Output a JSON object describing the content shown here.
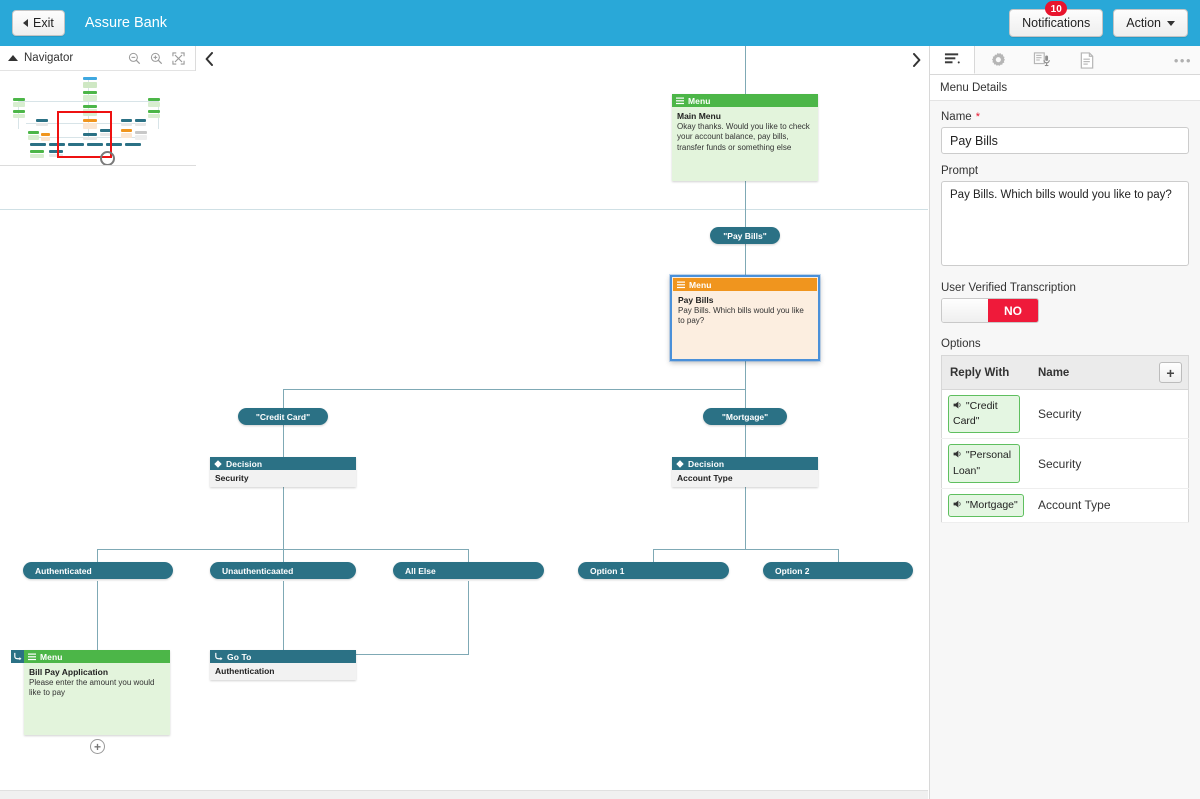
{
  "topbar": {
    "exit_label": "Exit",
    "app_title": "Assure Bank",
    "notifications_label": "Notifications",
    "notifications_count": "10",
    "action_label": "Action",
    "bg_color": "#29a8d8"
  },
  "navigator": {
    "title": "Navigator",
    "zoom_out_icon": "zoom-out-icon",
    "zoom_in_icon": "zoom-in-icon",
    "fit_icon": "fit-screen-icon",
    "collapse_icon": "chevron-left-icon",
    "expand_icon": "chevron-right-icon"
  },
  "canvas": {
    "nodes": [
      {
        "id": "main-menu",
        "type": "Menu",
        "header_label": "Menu",
        "header_color": "#4cb648",
        "name": "Main Menu",
        "text": "Okay thanks. Would you like to check your account balance, pay bills, transfer funds or something else",
        "selected": false
      },
      {
        "id": "pay-bills",
        "type": "Menu",
        "header_label": "Menu",
        "header_color": "#f0951e",
        "name": "Pay Bills",
        "text": "Pay Bills. Which bills would you like to pay?",
        "selected": true
      },
      {
        "id": "security-decision",
        "type": "Decision",
        "header_label": "Decision",
        "header_color": "#2b7185",
        "name": "Security",
        "text": "",
        "selected": false
      },
      {
        "id": "account-type-decision",
        "type": "Decision",
        "header_label": "Decision",
        "header_color": "#2b7185",
        "name": "Account Type",
        "text": "",
        "selected": false
      },
      {
        "id": "bill-pay-application",
        "type": "Menu",
        "header_label": "Menu",
        "header_color": "#4cb648",
        "name": "Bill Pay Application",
        "text": "Please enter the amount you would like to pay",
        "selected": false
      },
      {
        "id": "go-to-authentication",
        "type": "Go To",
        "header_label": "Go To",
        "header_color": "#2b7185",
        "name": "Authentication",
        "text": "",
        "selected": false
      }
    ],
    "pills": [
      {
        "id": "pill-pay-bills",
        "label": "\"Pay Bills\""
      },
      {
        "id": "pill-credit-card",
        "label": "\"Credit Card\""
      },
      {
        "id": "pill-mortgage",
        "label": "\"Mortgage\""
      },
      {
        "id": "pill-authenticated",
        "label": "Authenticated"
      },
      {
        "id": "pill-unauthenticated",
        "label": "Unauthenticaated"
      },
      {
        "id": "pill-all-else",
        "label": "All Else"
      },
      {
        "id": "pill-option-1",
        "label": "Option 1"
      },
      {
        "id": "pill-option-2",
        "label": "Option 2"
      }
    ],
    "add_node_label": "+"
  },
  "rightpanel": {
    "tabs": [
      {
        "id": "details",
        "icon": "details-list-icon",
        "active": true
      },
      {
        "id": "settings",
        "icon": "gear-icon",
        "active": false
      },
      {
        "id": "speech",
        "icon": "speech-recognition-icon",
        "active": false
      },
      {
        "id": "document",
        "icon": "document-icon",
        "active": false
      }
    ],
    "more_icon": "more-ellipsis-icon",
    "subtitle": "Menu Details",
    "name_label": "Name",
    "name_required": "*",
    "name_value": "Pay Bills",
    "prompt_label": "Prompt",
    "prompt_value": "Pay Bills. Which bills would you like to pay?",
    "uvt_label": "User Verified Transcription",
    "uvt_off_label": "",
    "uvt_on_label": "NO",
    "uvt_on_color": "#ef1a3a",
    "options_label": "Options",
    "options_table": {
      "columns": [
        "Reply With",
        "Name"
      ],
      "add_button_label": "+",
      "rows": [
        {
          "reply_with": "\"Credit Card\"",
          "name": "Security"
        },
        {
          "reply_with": "\"Personal Loan\"",
          "name": "Security"
        },
        {
          "reply_with": "\"Mortgage\"",
          "name": "Account Type"
        }
      ]
    }
  }
}
